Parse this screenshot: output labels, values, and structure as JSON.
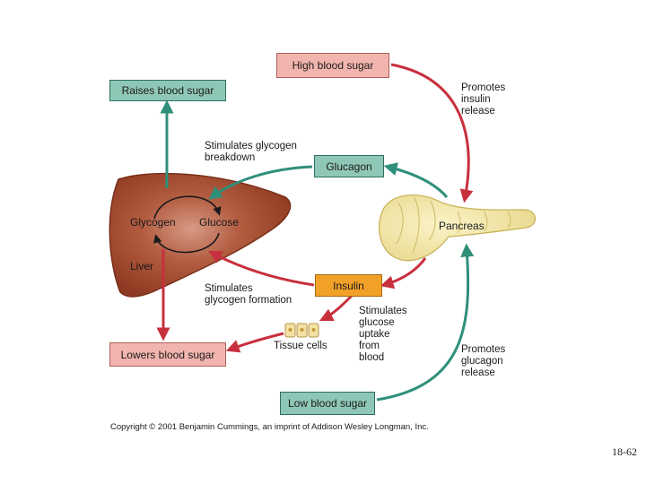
{
  "boxes": {
    "high_blood_sugar": "High blood sugar",
    "raises_blood_sugar": "Raises blood sugar",
    "glucagon": "Glucagon",
    "insulin": "Insulin",
    "lowers_blood_sugar": "Lowers blood sugar",
    "low_blood_sugar": "Low blood sugar"
  },
  "labels": {
    "promotes_insulin_release": "Promotes\ninsulin\nrelease",
    "stimulates_glycogen_breakdown": "Stimulates glycogen\nbreakdown",
    "stimulates_glycogen_formation": "Stimulates\nglycogen formation",
    "stimulates_glucose_uptake": "Stimulates\nglucose\nuptake\nfrom\nblood",
    "promotes_glucagon_release": "Promotes\nglucagon\nrelease",
    "tissue_cells": "Tissue cells"
  },
  "organs": {
    "glycogen": "Glycogen",
    "glucose": "Glucose",
    "liver": "Liver",
    "pancreas": "Pancreas"
  },
  "colors": {
    "green_arrow": "#2f8f7a",
    "red_arrow": "#c8303e",
    "liver": "#a0462c",
    "pancreas": "#f3e6a6"
  },
  "footer": {
    "copyright": "Copyright © 2001 Benjamin Cummings, an imprint of Addison Wesley Longman, Inc.",
    "slide_number": "18-62"
  }
}
